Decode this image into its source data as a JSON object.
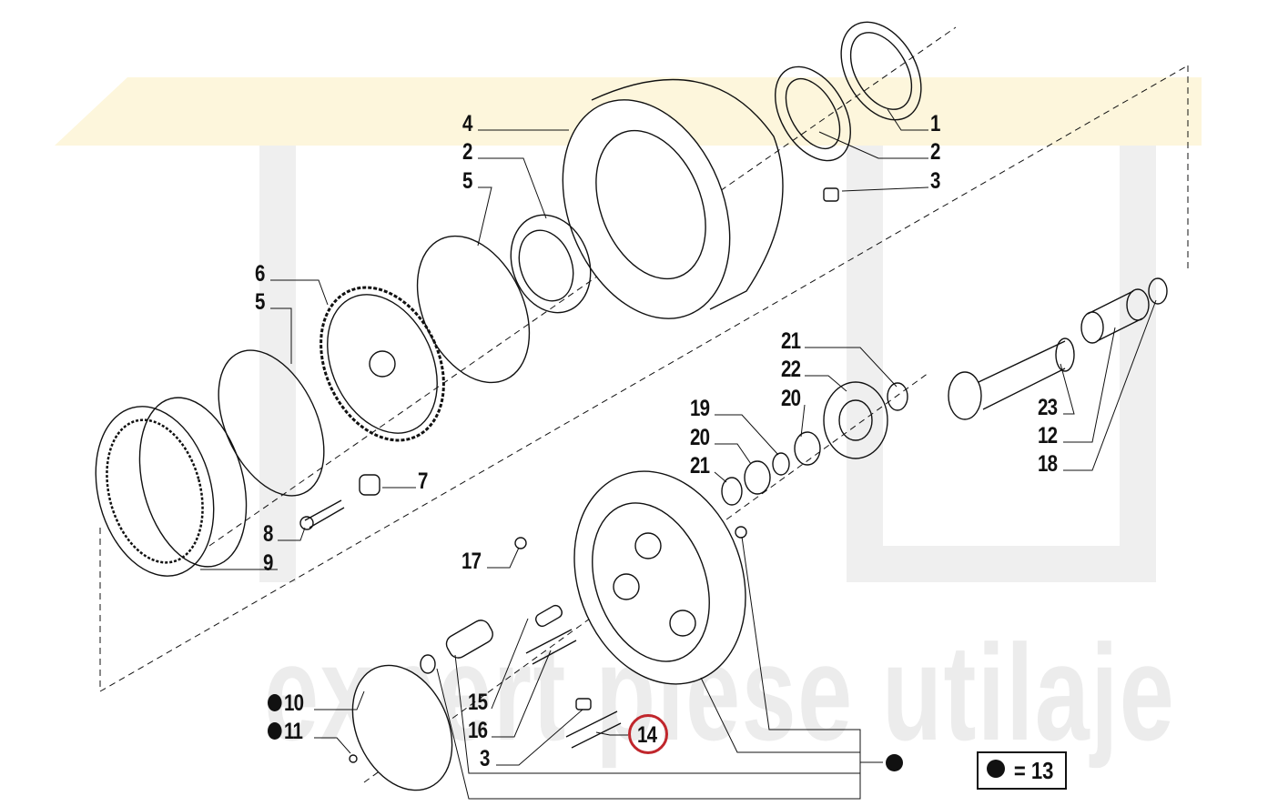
{
  "watermark": {
    "text": "expert piese utilaje"
  },
  "labels": {
    "l4": "4",
    "l2a": "2",
    "l5a": "5",
    "l1": "1",
    "l2b": "2",
    "l3a": "3",
    "l6": "6",
    "l5b": "5",
    "l21a": "21",
    "l22": "22",
    "l20a": "20",
    "l19": "19",
    "l20b": "20",
    "l21b": "21",
    "l23": "23",
    "l12": "12",
    "l18": "18",
    "l7": "7",
    "l8": "8",
    "l9": "9",
    "l17": "17",
    "l10": "10",
    "l11": "11",
    "l15": "15",
    "l16": "16",
    "l3b": "3",
    "l14": "14"
  },
  "legend": {
    "text": "= 13"
  },
  "colors": {
    "highlight": "#c0262c",
    "watermark": "#ececec",
    "watermark_accent": "#fdf6dc"
  }
}
